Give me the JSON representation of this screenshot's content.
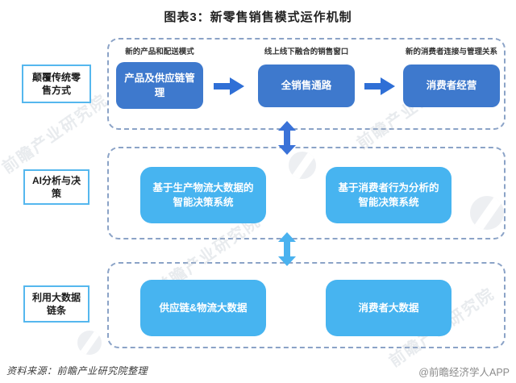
{
  "title": "图表3：新零售销售模式运作机制",
  "colors": {
    "primary_blue": "#3e79cd",
    "sky_blue": "#47b4f0",
    "dashed_border": "#8ba3c7",
    "label_border": "#55b7ee",
    "arrow_blue": "#2f6fd6",
    "arrow_sky": "#4ab2ef"
  },
  "rows": [
    {
      "label": "颠覆传统零售方式",
      "boxes": [
        {
          "caption": "新的产品和配送模式",
          "text": "产品及供应链管理"
        },
        {
          "caption": "线上线下融合的销售窗口",
          "text": "全销售通路"
        },
        {
          "caption": "新的消费者连接与管理关系",
          "text": "消费者经营"
        }
      ]
    },
    {
      "label": "AI分析与决策",
      "boxes": [
        {
          "text": "基于生产物流大数据的智能决策系统"
        },
        {
          "text": "基于消费者行为分析的智能决策系统"
        }
      ]
    },
    {
      "label": "利用大数据链条",
      "boxes": [
        {
          "text": "供应链&物流大数据"
        },
        {
          "text": "消费者大数据"
        }
      ]
    }
  ],
  "footer": {
    "source": "资料来源：前瞻产业研究院整理",
    "credit": "@前瞻经济学人APP"
  },
  "watermark": {
    "text": "前瞻产业研究院"
  }
}
